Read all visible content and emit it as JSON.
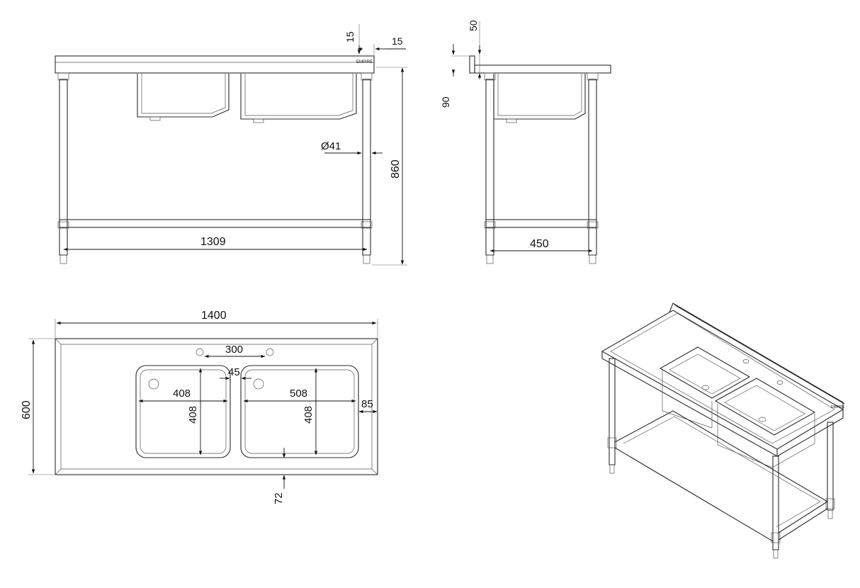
{
  "brand": "EMPIRE",
  "views": {
    "front": {
      "d_top": "15",
      "d_lip": "15",
      "d_leg": "Ø41",
      "d_height": "860",
      "d_width": "1309"
    },
    "side": {
      "d_up": "50",
      "d_bowl": "90",
      "d_depth": "450"
    },
    "plan": {
      "d_total": "1400",
      "d_depth": "600",
      "d_tap": "300",
      "d_gap": "45",
      "d_bowl1_w": "408",
      "d_bowl1_h": "408",
      "d_bowl2_w": "508",
      "d_bowl2_h": "408",
      "d_right": "85",
      "d_front": "72"
    }
  },
  "colors": {
    "line": "#2a2a2a",
    "text": "#111111"
  }
}
